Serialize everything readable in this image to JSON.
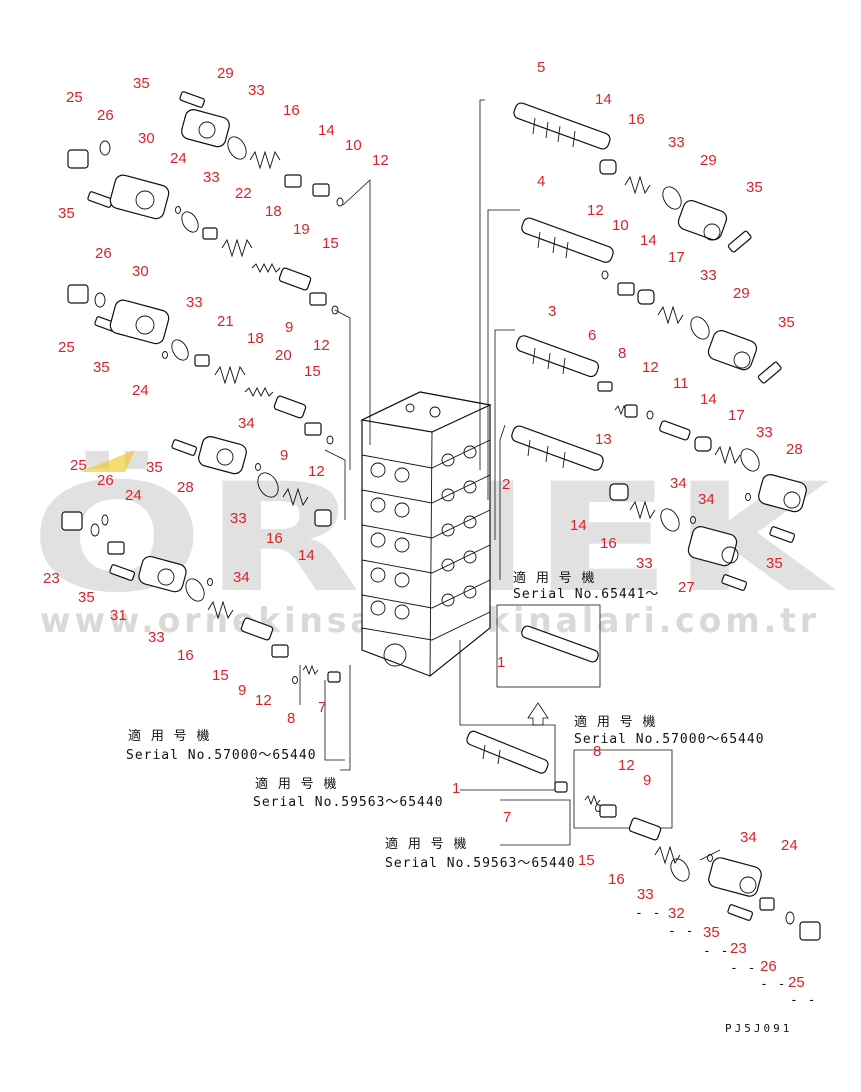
{
  "watermark": {
    "brand": "ÖRNEK",
    "url": "www.ornekinsaatmakinalari.com.tr"
  },
  "drawing_code": "PJ5J091",
  "serial_notes": [
    {
      "id": "note-a",
      "heading": "適 用 号 機",
      "text": "Serial No.65441～"
    },
    {
      "id": "note-b",
      "heading": "適 用 号 機",
      "text": "Serial No.57000～65440"
    },
    {
      "id": "note-c",
      "heading": "適 用 号 機",
      "text": "Serial No.57000～65440"
    },
    {
      "id": "note-d",
      "heading": "適 用 号 機",
      "text": "Serial No.59563～65440"
    },
    {
      "id": "note-e",
      "heading": "適 用 号 機",
      "text": "Serial No.59563～65440"
    }
  ],
  "callouts": [
    "35",
    "29",
    "25",
    "26",
    "33",
    "16",
    "14",
    "10",
    "12",
    "30",
    "24",
    "33",
    "22",
    "18",
    "19",
    "15",
    "35",
    "26",
    "30",
    "25",
    "35",
    "33",
    "21",
    "18",
    "20",
    "15",
    "9",
    "12",
    "24",
    "34",
    "25",
    "26",
    "24",
    "28",
    "35",
    "33",
    "16",
    "14",
    "9",
    "12",
    "23",
    "35",
    "31",
    "34",
    "33",
    "16",
    "15",
    "9",
    "12",
    "8",
    "7",
    "5",
    "14",
    "16",
    "33",
    "29",
    "35",
    "4",
    "12",
    "10",
    "14",
    "17",
    "33",
    "29",
    "35",
    "3",
    "6",
    "8",
    "12",
    "11",
    "14",
    "17",
    "33",
    "28",
    "13",
    "2",
    "34",
    "14",
    "16",
    "33",
    "34",
    "27",
    "35",
    "1",
    "1",
    "7",
    "8",
    "12",
    "9",
    "15",
    "34",
    "16",
    "33",
    "24",
    "32",
    "35",
    "23",
    "26",
    "25"
  ],
  "dash_marks": [
    "- -",
    "- -",
    "- -",
    "- -",
    "- -",
    "- -",
    "- -"
  ]
}
